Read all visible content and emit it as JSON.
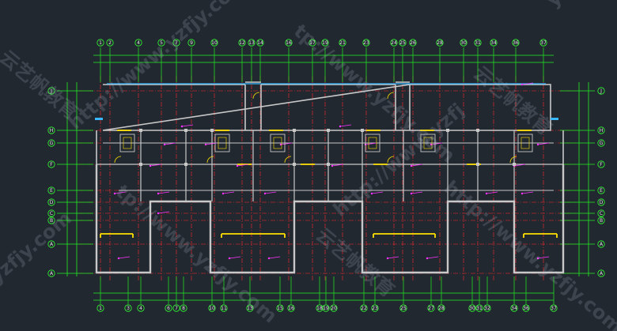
{
  "colors": {
    "background": "#212830",
    "axis_line": "#ff2a2a",
    "dimension": "#22ee22",
    "wall": "#c8c8c8",
    "bubble": "#33ff33",
    "window": "#39b7ff",
    "door": "#ffe000",
    "fixture": "#ff33ff"
  },
  "top_axes": [
    "1",
    "2",
    "4",
    "5",
    "7",
    "9",
    "10",
    "12",
    "13",
    "14",
    "16",
    "17",
    "19",
    "21",
    "23",
    "24",
    "25",
    "26",
    "28",
    "30",
    "31",
    "34",
    "36",
    "37"
  ],
  "bottom_axes": [
    "1",
    "3",
    "4",
    "6",
    "7",
    "8",
    "10",
    "11",
    "13",
    "15",
    "16",
    "18",
    "19",
    "20",
    "22",
    "23",
    "25",
    "27",
    "28",
    "30",
    "31",
    "32",
    "34",
    "36",
    "37"
  ],
  "left_axes": [
    "J",
    "H",
    "G",
    "F",
    "E",
    "D",
    "C",
    "B",
    "A",
    "A"
  ],
  "right_axes": [
    "J",
    "H",
    "G",
    "F",
    "E",
    "D",
    "C",
    "B",
    "A",
    "A"
  ],
  "watermarks": [
    "http://www.yzfjy.com",
    "云艺帆教育",
    "yzfjy.com",
    "tp://www.yzfjy.com",
    "http://www.yzfj"
  ]
}
